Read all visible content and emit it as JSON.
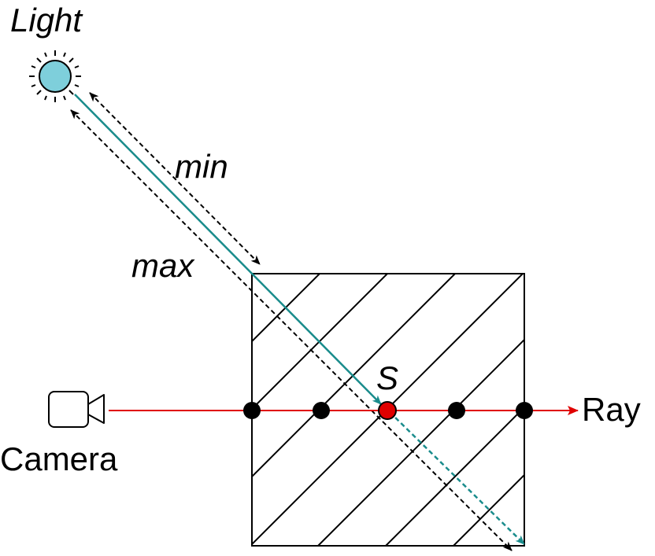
{
  "labels": {
    "light": "Light",
    "min": "min",
    "max": "max",
    "sample": "S",
    "ray": "Ray",
    "camera": "Camera"
  },
  "colors": {
    "light_fill": "#7ECFDB",
    "light_line": "#1A8C8C",
    "ray": "#E00000",
    "sample_point": "#E00000",
    "point": "#000000",
    "outline": "#000000"
  },
  "icons": {
    "light": "sun-icon",
    "camera": "camera-icon"
  }
}
